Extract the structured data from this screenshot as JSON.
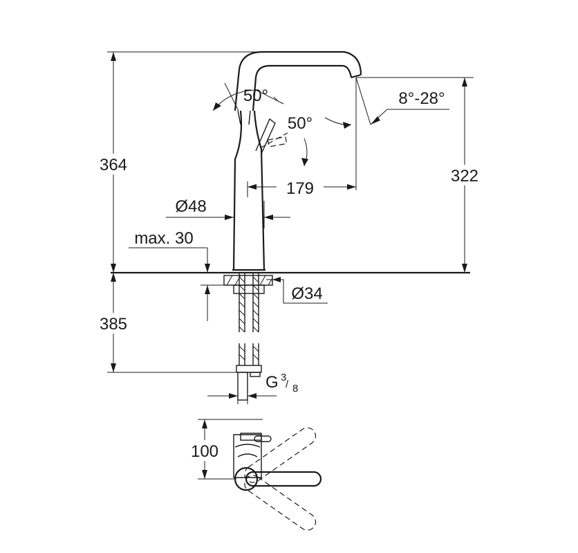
{
  "dimensions": {
    "total_height": "364",
    "spout_height": "322",
    "below_counter": "385",
    "reach": "179",
    "body_diameter": "Ø48",
    "hole_diameter": "Ø34",
    "max_counter_thickness": "max. 30",
    "lever_angle_side": "50°",
    "lever_angle_tilt": "50°",
    "spout_angle": "8°-28°",
    "connection_prefix": "G",
    "connection_num": "3",
    "connection_den": "8",
    "top_view_dim": "100"
  }
}
